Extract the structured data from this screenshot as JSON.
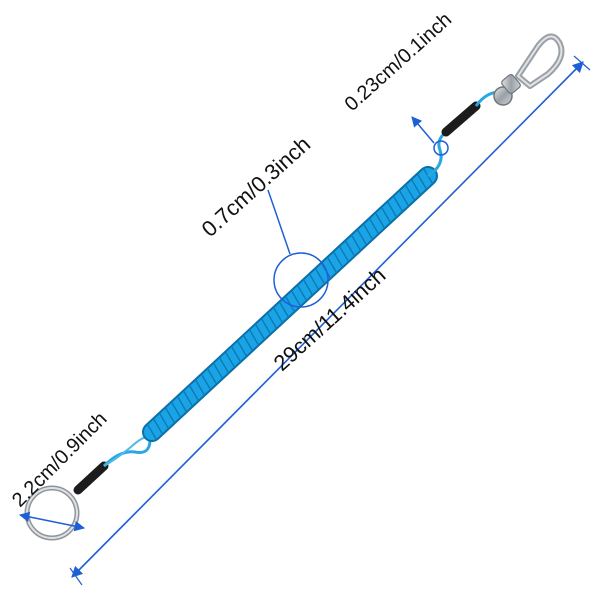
{
  "labels": {
    "total_length": "29cm/11.4inch",
    "coil_diameter": "0.7cm/0.3inch",
    "cable_diameter": "0.23cm/0.1inch",
    "ring_diameter": "2.2cm/0.9inch"
  },
  "colors": {
    "coil": "#1aa4e6",
    "coil_dark": "#0b6fa8",
    "cable": "#2aa7e0",
    "measure_line": "#1e5fd8",
    "sleeve": "#1c1c1c",
    "metal": "#b9bec4",
    "text": "#111111"
  },
  "icons": {
    "clip": "swivel-snap-clip-icon",
    "ring": "split-key-ring-icon"
  }
}
